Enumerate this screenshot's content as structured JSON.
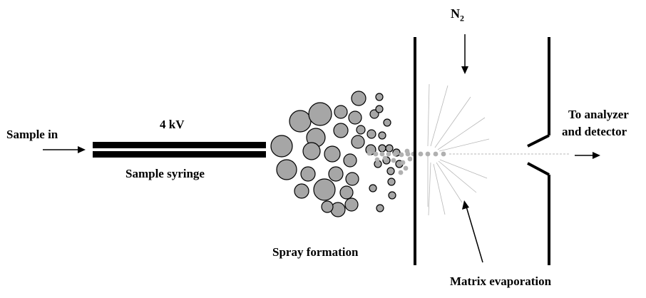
{
  "labels": {
    "sample_in": "Sample in",
    "voltage": "4 kV",
    "syringe": "Sample syringe",
    "spray": "Spray formation",
    "gas_symbol": "N",
    "gas_subscript": "2",
    "to_analyzer_line1": "To analyzer",
    "to_analyzer_line2": "and detector",
    "matrix": "Matrix evaporation"
  },
  "colors": {
    "line": "#000000",
    "droplet_fill": "#a6a6a6",
    "ion_dot": "#b0b0b0",
    "evaporation_line": "#b8b8b8"
  }
}
